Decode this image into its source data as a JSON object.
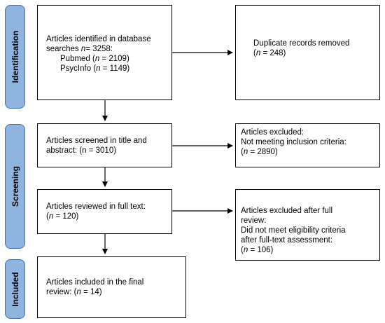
{
  "stages": {
    "identification": "Identification",
    "screening": "Screening",
    "included": "Included"
  },
  "boxes": {
    "identified": {
      "line1": "Articles identified in database",
      "line2_pre": "searches ",
      "line2_n": "n",
      "line2_post": "= 3258:",
      "pubmed_pre": "Pubmed (",
      "pubmed_n": "n",
      "pubmed_post": " = 2109)",
      "psycinfo_pre": "PsycInfo (",
      "psycinfo_n": "n",
      "psycinfo_post": " = 1149)"
    },
    "duplicates": {
      "line1": "Duplicate records removed",
      "line2_pre": "(",
      "line2_n": "n",
      "line2_post": " = 248)"
    },
    "screened": {
      "line1": "Articles screened in title and",
      "line2": "abstract: (n = 3010)"
    },
    "excluded_screen": {
      "line1": "Articles excluded:",
      "line2": "Not meeting inclusion criteria:",
      "line3_pre": "(",
      "line3_n": "n",
      "line3_post": " = 2890)"
    },
    "fulltext": {
      "line1": "Articles reviewed in full text:",
      "line2_pre": "(",
      "line2_n": "n",
      "line2_post": " = 120)"
    },
    "excluded_full": {
      "line1": "Articles excluded after full",
      "line2": "review:",
      "line3": "Did not meet eligibility criteria",
      "line4": "after full-text assessment:",
      "line5_pre": "(",
      "line5_n": "n",
      "line5_post": " = 106)"
    },
    "included": {
      "line1": "Articles included in the final",
      "line2_pre": "review: (",
      "line2_n": "n",
      "line2_post": " = 14)"
    }
  }
}
